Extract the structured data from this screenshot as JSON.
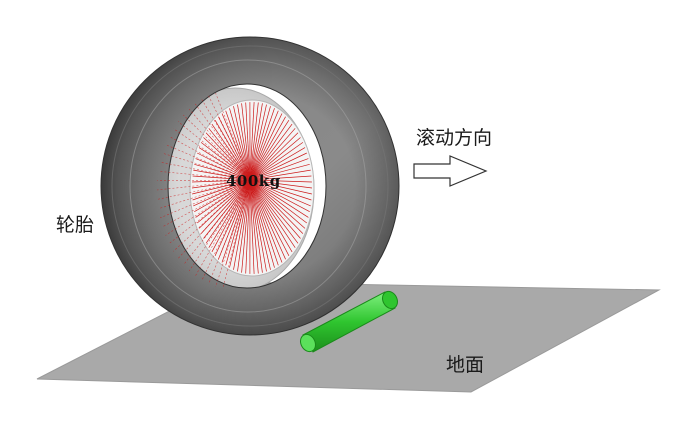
{
  "labels": {
    "tire": "轮胎",
    "ground": "地面",
    "rolling_direction": "滚动方向",
    "mass": "400kg"
  },
  "colors": {
    "ground": "#a9a9a9",
    "tire_dark": "#4a4a4a",
    "tire_light": "#9a9a9a",
    "spokes": "#cc1a1a",
    "obstacle": "#33cc33"
  },
  "icons": {
    "arrow": "right-outline-arrow-icon"
  }
}
